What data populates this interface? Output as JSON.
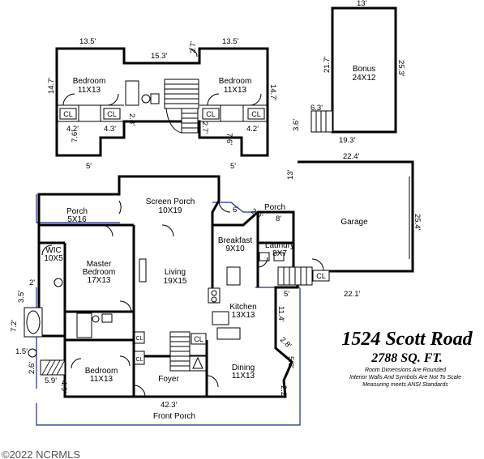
{
  "title": "1524 Scott Road",
  "sqft": "2788 SQ. FT.",
  "notes": [
    "Room Dimensions Are Rounded",
    "Interior Walls And Symbols Are Not To Scale",
    "Measuring meets ANSI Standards"
  ],
  "copyright": "©2022 NCRMLS",
  "closet_label": "CL",
  "rooms": {
    "bedroom_left": {
      "name": "Bedroom",
      "size": "11X13"
    },
    "bedroom_right": {
      "name": "Bedroom",
      "size": "11X13"
    },
    "bonus": {
      "name": "Bonus",
      "size": "24X12"
    },
    "screen_porch": {
      "name": "Screen Porch",
      "size": "10X19"
    },
    "porch_left": {
      "name": "Porch",
      "size": "5X16"
    },
    "porch_right": {
      "name": "Porch"
    },
    "garage": {
      "name": "Garage"
    },
    "breakfast": {
      "name": "Breakfast",
      "size": "9X10"
    },
    "laundry": {
      "name": "Laundry",
      "size": "8X7"
    },
    "wic": {
      "name": "WIC",
      "size": "10X5"
    },
    "master": {
      "name": "Master",
      "name2": "Bedroom",
      "size": "17X13"
    },
    "living": {
      "name": "Living",
      "size": "19X15"
    },
    "kitchen": {
      "name": "Kitchen",
      "size": "13X13"
    },
    "bedroom_main": {
      "name": "Bedroom",
      "size": "11X13"
    },
    "foyer": {
      "name": "Foyer"
    },
    "dining": {
      "name": "Dining",
      "size": "11X13"
    },
    "front_porch": {
      "name": "Front Porch"
    }
  },
  "dimensions": {
    "d13_5_left": "13.5'",
    "d15_3": "15.3'",
    "d13_5_right": "13.5'",
    "d14_7_left": "14.7'",
    "d14_7_right": "14.7'",
    "d2_7_top": "2.7'",
    "d2_8": "2.8'",
    "d2_7_mid": "2.7'",
    "d4_2_left": "4.2'",
    "d4_3": "4.3'",
    "d7_6_left": "7.6'",
    "d4_2_right": "4.2'",
    "d7_6_right": "7.6'",
    "d5_left": "5'",
    "d5_right": "5'",
    "d13_bonus_top": "13'",
    "d21_7": "21.7'",
    "d25_3": "25.3'",
    "d6_3": "6.3'",
    "d3_6": "3.6'",
    "d19_3": "19.3'",
    "d22_4": "22.4'",
    "d13_garage": "13'",
    "d25_4": "25.4'",
    "d22_1": "22.1'",
    "d6": "6'",
    "d2_9": "2.9'",
    "d8": "8'",
    "d5_laundry": "5'",
    "d11_4": "11.4'",
    "d2_8_kitchen": "2.8'",
    "d5_3": "5.3'",
    "d2_2": "2.2'",
    "d42_3": "42.3'",
    "d3_5": "3.5'",
    "d2": "2'",
    "d7_2": "7.2'",
    "d1_5": "1.5'",
    "d2_6": "2.6'",
    "d5_9": "5.9'",
    "d4_9": "4.9'"
  }
}
